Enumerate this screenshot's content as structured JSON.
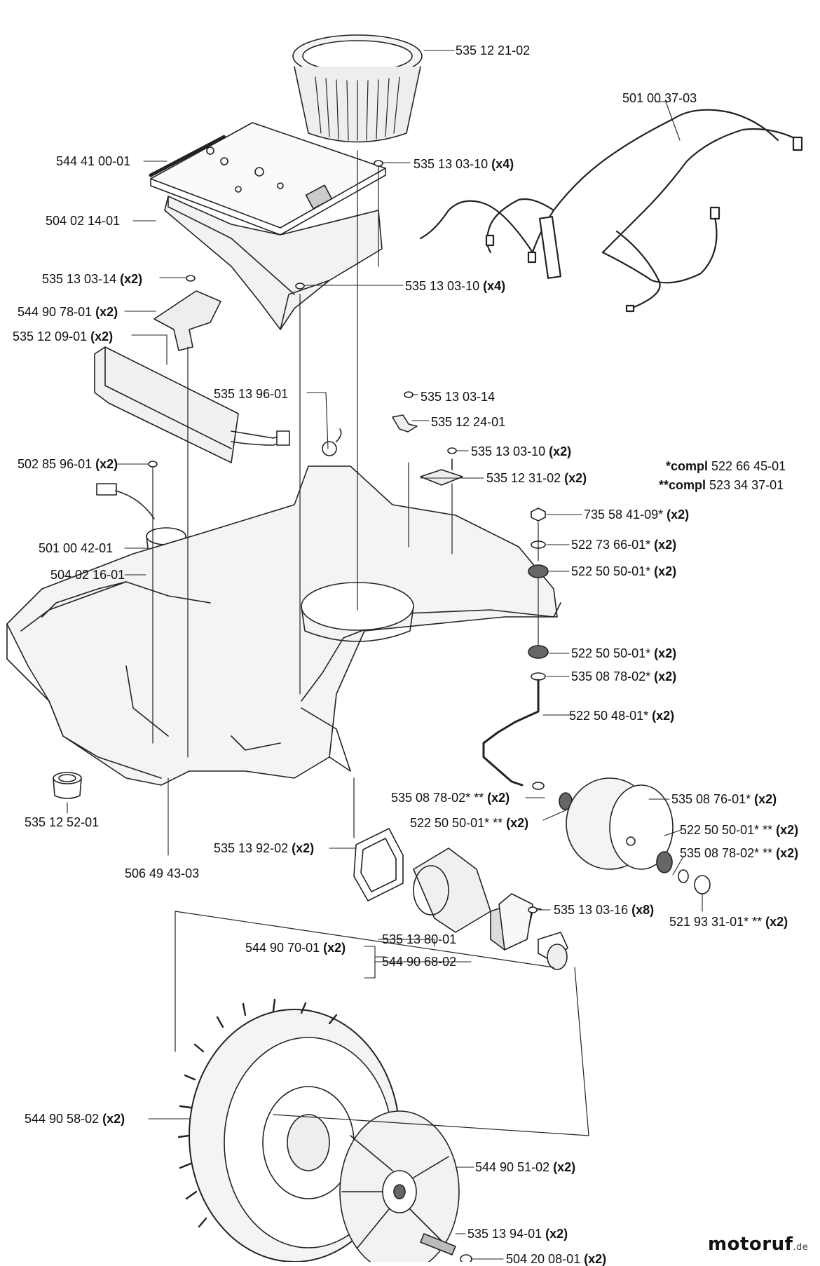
{
  "parts": [
    {
      "id": "p1",
      "number": "535 12 21-02",
      "qty": ""
    },
    {
      "id": "p2",
      "number": "501 00 37-03",
      "qty": ""
    },
    {
      "id": "p3",
      "number": "544 41 00-01",
      "qty": ""
    },
    {
      "id": "p4",
      "number": "535 13 03-10",
      "qty": "(x4)"
    },
    {
      "id": "p5",
      "number": "504 02 14-01",
      "qty": ""
    },
    {
      "id": "p6",
      "number": "535 13 03-14",
      "qty": "(x2)"
    },
    {
      "id": "p7",
      "number": "535 13 03-10",
      "qty": "(x4)"
    },
    {
      "id": "p8",
      "number": "544 90 78-01",
      "qty": "(x2)"
    },
    {
      "id": "p9",
      "number": "535 12 09-01",
      "qty": "(x2)"
    },
    {
      "id": "p10",
      "number": "535 13 96-01",
      "qty": ""
    },
    {
      "id": "p11",
      "number": "535 13 03-14",
      "qty": ""
    },
    {
      "id": "p12",
      "number": "535 12 24-01",
      "qty": ""
    },
    {
      "id": "p13",
      "number": "535 13 03-10",
      "qty": "(x2)"
    },
    {
      "id": "p14",
      "number": "502 85 96-01",
      "qty": "(x2)"
    },
    {
      "id": "p15",
      "number": "535 12 31-02",
      "qty": "(x2)"
    },
    {
      "id": "p16",
      "number": "735 58 41-09*",
      "qty": "(x2)"
    },
    {
      "id": "p17",
      "number": "501 00 42-01",
      "qty": ""
    },
    {
      "id": "p18",
      "number": "522 73 66-01*",
      "qty": "(x2)"
    },
    {
      "id": "p19",
      "number": "504 02 16-01",
      "qty": ""
    },
    {
      "id": "p20",
      "number": "522 50 50-01*",
      "qty": "(x2)"
    },
    {
      "id": "p21",
      "number": "522 50 50-01*",
      "qty": "(x2)"
    },
    {
      "id": "p22",
      "number": "535 08 78-02*",
      "qty": "(x2)"
    },
    {
      "id": "p23",
      "number": "522 50 48-01*",
      "qty": "(x2)"
    },
    {
      "id": "p24",
      "number": "535 08 78-02* **",
      "qty": "(x2)"
    },
    {
      "id": "p25",
      "number": "535 08 76-01*",
      "qty": "(x2)"
    },
    {
      "id": "p26",
      "number": "535 12 52-01",
      "qty": ""
    },
    {
      "id": "p27",
      "number": "522 50 50-01* **",
      "qty": "(x2)"
    },
    {
      "id": "p28",
      "number": "522 50 50-01* **",
      "qty": "(x2)"
    },
    {
      "id": "p29",
      "number": "535 13 92-02",
      "qty": "(x2)"
    },
    {
      "id": "p30",
      "number": "535 08 78-02* **",
      "qty": "(x2)"
    },
    {
      "id": "p31",
      "number": "506 49 43-03",
      "qty": ""
    },
    {
      "id": "p32",
      "number": "535 13 03-16",
      "qty": "(x8)"
    },
    {
      "id": "p33",
      "number": "521 93 31-01* **",
      "qty": "(x2)"
    },
    {
      "id": "p34",
      "number": "544 90 70-01",
      "qty": "(x2)"
    },
    {
      "id": "p35",
      "number": "535 13 80-01",
      "qty": ""
    },
    {
      "id": "p36",
      "number": "544 90 68-02",
      "qty": ""
    },
    {
      "id": "p37",
      "number": "544 90 58-02",
      "qty": "(x2)"
    },
    {
      "id": "p38",
      "number": "544 90 51-02",
      "qty": "(x2)"
    },
    {
      "id": "p39",
      "number": "535 13 94-01",
      "qty": "(x2)"
    },
    {
      "id": "p40",
      "number": "504 20 08-01",
      "qty": "(x2)"
    }
  ],
  "notes": {
    "compl1_prefix": "*compl",
    "compl1_number": "522 66 45-01",
    "compl2_prefix": "**compl",
    "compl2_number": "523 34 37-01"
  },
  "logo": {
    "text": "motoruf",
    "domain": ".de"
  }
}
